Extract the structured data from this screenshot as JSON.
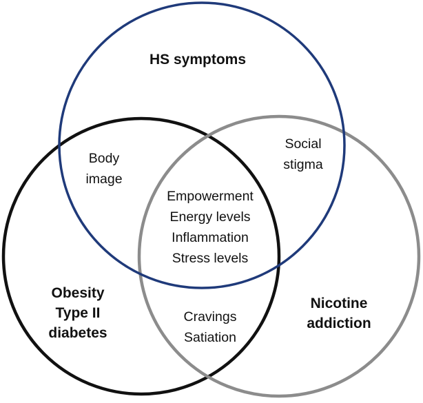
{
  "diagram": {
    "type": "venn",
    "sets": [
      {
        "id": "hs",
        "label": "HS symptoms",
        "stroke_color": "#1f3a7a"
      },
      {
        "id": "obesity",
        "label_lines": [
          "Obesity",
          "Type II",
          "diabetes"
        ],
        "stroke_color": "#111111"
      },
      {
        "id": "nicotine",
        "label_lines": [
          "Nicotine",
          "addiction"
        ],
        "stroke_color": "#8c8c8c"
      }
    ],
    "regions": {
      "hs_obesity": [
        "Body",
        "image"
      ],
      "hs_nicotine": [
        "Social",
        "stigma"
      ],
      "all_three": [
        "Empowerment",
        "Energy levels",
        "Inflammation",
        "Stress levels"
      ],
      "obesity_nicotine": [
        "Cravings",
        "Satiation"
      ]
    }
  }
}
